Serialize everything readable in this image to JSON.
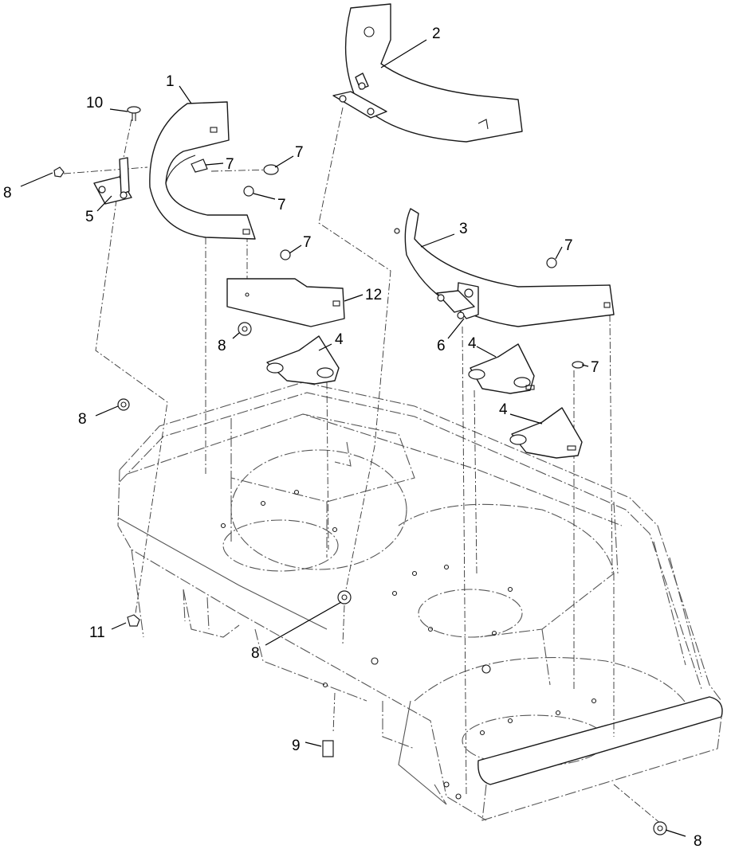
{
  "callouts": [
    {
      "id": "c1",
      "label": "1"
    },
    {
      "id": "c2",
      "label": "2"
    },
    {
      "id": "c3",
      "label": "3"
    },
    {
      "id": "c4a",
      "label": "4"
    },
    {
      "id": "c4b",
      "label": "4"
    },
    {
      "id": "c4c",
      "label": "4"
    },
    {
      "id": "c5",
      "label": "5"
    },
    {
      "id": "c6",
      "label": "6"
    },
    {
      "id": "c7a",
      "label": "7"
    },
    {
      "id": "c7b",
      "label": "7"
    },
    {
      "id": "c7c",
      "label": "7"
    },
    {
      "id": "c7d",
      "label": "7"
    },
    {
      "id": "c7e",
      "label": "7"
    },
    {
      "id": "c7f",
      "label": "7"
    },
    {
      "id": "c8a",
      "label": "8"
    },
    {
      "id": "c8b",
      "label": "8"
    },
    {
      "id": "c8c",
      "label": "8"
    },
    {
      "id": "c8d",
      "label": "8"
    },
    {
      "id": "c8e",
      "label": "8"
    },
    {
      "id": "c9",
      "label": "9"
    },
    {
      "id": "c10",
      "label": "10"
    },
    {
      "id": "c11",
      "label": "11"
    },
    {
      "id": "c12",
      "label": "12"
    }
  ]
}
